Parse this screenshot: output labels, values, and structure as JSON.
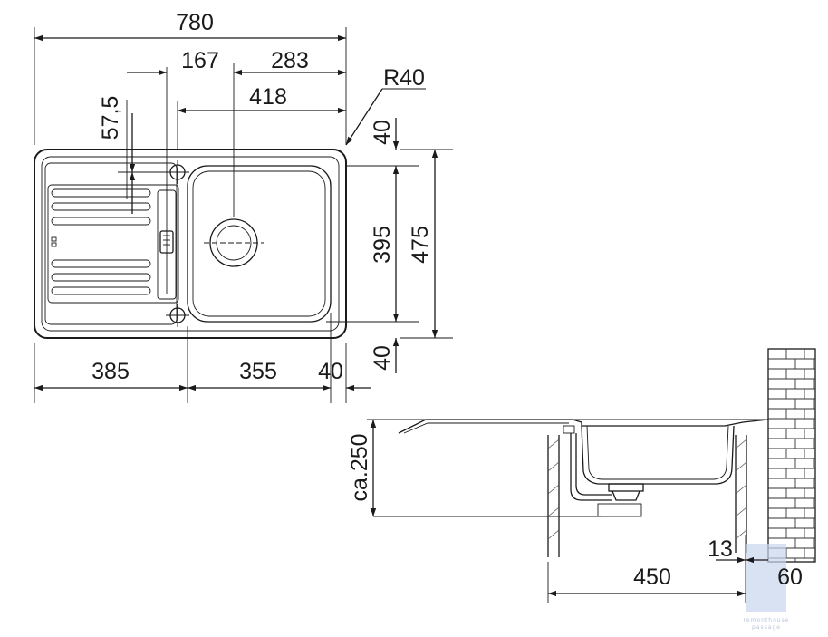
{
  "top_view": {
    "overall_width": "780",
    "left_offset": "167",
    "right_offset": "283",
    "bowl_width": "418",
    "corner_radius": "R40",
    "drainer_offset": "57,5",
    "top_margin": "40",
    "bowl_depth": "395",
    "overall_depth": "475",
    "bottom_margin": "40",
    "drainer_width": "385",
    "bowl_span": "355",
    "right_margin": "40"
  },
  "side_view": {
    "depth_label": "ca.250",
    "cabinet_width": "450",
    "wall_gap": "13",
    "wall_depth": "60"
  },
  "watermark": {
    "line1": "remonthouse",
    "line2": "passage"
  },
  "colors": {
    "line": "#1a1a1a",
    "accent_blue": "#c9d6ec"
  }
}
